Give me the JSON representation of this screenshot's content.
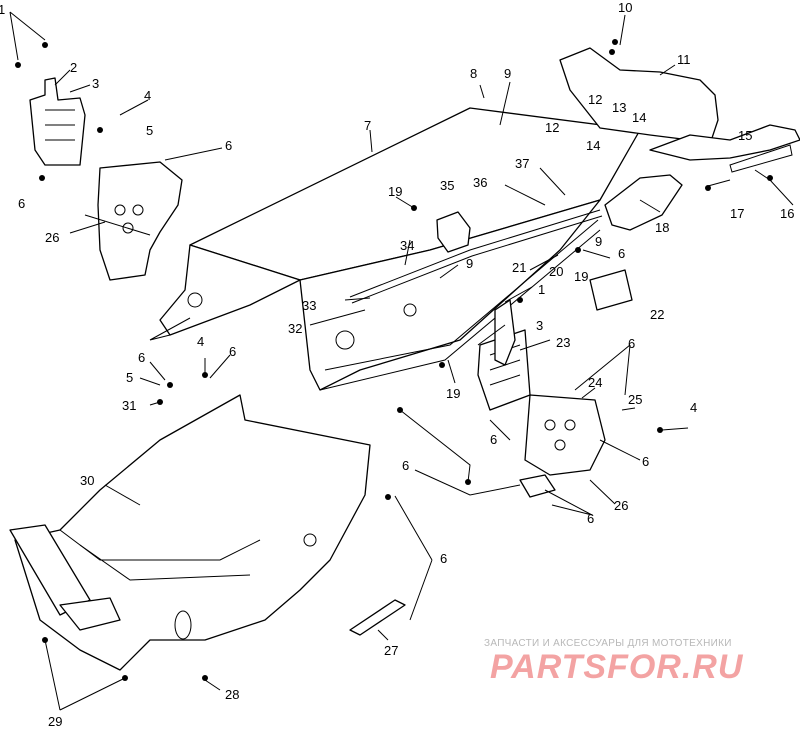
{
  "callouts": [
    {
      "id": "c1a",
      "text": "1"
    },
    {
      "id": "c2",
      "text": "2"
    },
    {
      "id": "c3a",
      "text": "3"
    },
    {
      "id": "c4a",
      "text": "4"
    },
    {
      "id": "c5a",
      "text": "5"
    },
    {
      "id": "c6a",
      "text": "6"
    },
    {
      "id": "c6b",
      "text": "6"
    },
    {
      "id": "c26a",
      "text": "26"
    },
    {
      "id": "c7",
      "text": "7"
    },
    {
      "id": "c8",
      "text": "8"
    },
    {
      "id": "c9a",
      "text": "9"
    },
    {
      "id": "c10",
      "text": "10"
    },
    {
      "id": "c11",
      "text": "11"
    },
    {
      "id": "c12a",
      "text": "12"
    },
    {
      "id": "c13",
      "text": "13"
    },
    {
      "id": "c14a",
      "text": "14"
    },
    {
      "id": "c12b",
      "text": "12"
    },
    {
      "id": "c14b",
      "text": "14"
    },
    {
      "id": "c15",
      "text": "15"
    },
    {
      "id": "c16",
      "text": "16"
    },
    {
      "id": "c17",
      "text": "17"
    },
    {
      "id": "c18",
      "text": "18"
    },
    {
      "id": "c19a",
      "text": "19"
    },
    {
      "id": "c35",
      "text": "35"
    },
    {
      "id": "c36",
      "text": "36"
    },
    {
      "id": "c37",
      "text": "37"
    },
    {
      "id": "c9b",
      "text": "9"
    },
    {
      "id": "c6c",
      "text": "6"
    },
    {
      "id": "c21",
      "text": "21"
    },
    {
      "id": "c20",
      "text": "20"
    },
    {
      "id": "c19b",
      "text": "19"
    },
    {
      "id": "c22",
      "text": "22"
    },
    {
      "id": "c34",
      "text": "34"
    },
    {
      "id": "c9c",
      "text": "9"
    },
    {
      "id": "c1b",
      "text": "1"
    },
    {
      "id": "c33",
      "text": "33"
    },
    {
      "id": "c32",
      "text": "32"
    },
    {
      "id": "c3b",
      "text": "3"
    },
    {
      "id": "c23",
      "text": "23"
    },
    {
      "id": "c19c",
      "text": "19"
    },
    {
      "id": "c6d",
      "text": "6"
    },
    {
      "id": "c4b",
      "text": "4"
    },
    {
      "id": "c6e",
      "text": "6"
    },
    {
      "id": "c5b",
      "text": "5"
    },
    {
      "id": "c31",
      "text": "31"
    },
    {
      "id": "c6f",
      "text": "6"
    },
    {
      "id": "c24",
      "text": "24"
    },
    {
      "id": "c25",
      "text": "25"
    },
    {
      "id": "c4c",
      "text": "4"
    },
    {
      "id": "c6g",
      "text": "6"
    },
    {
      "id": "c6h",
      "text": "6"
    },
    {
      "id": "c6i",
      "text": "6"
    },
    {
      "id": "c26b",
      "text": "26"
    },
    {
      "id": "c6j",
      "text": "6"
    },
    {
      "id": "c30",
      "text": "30"
    },
    {
      "id": "c6k",
      "text": "6"
    },
    {
      "id": "c27",
      "text": "27"
    },
    {
      "id": "c28",
      "text": "28"
    },
    {
      "id": "c29",
      "text": "29"
    }
  ],
  "watermark": {
    "tagline": "ЗАПЧАСТИ И АКСЕССУАРЫ ДЛЯ МОТОТЕХНИКИ",
    "brand": "PARTSFOR.RU"
  },
  "colors": {
    "line": "#000000",
    "background": "#ffffff",
    "watermark_tagline": "#b8b8b8",
    "watermark_brand": "#f3a3a3"
  }
}
